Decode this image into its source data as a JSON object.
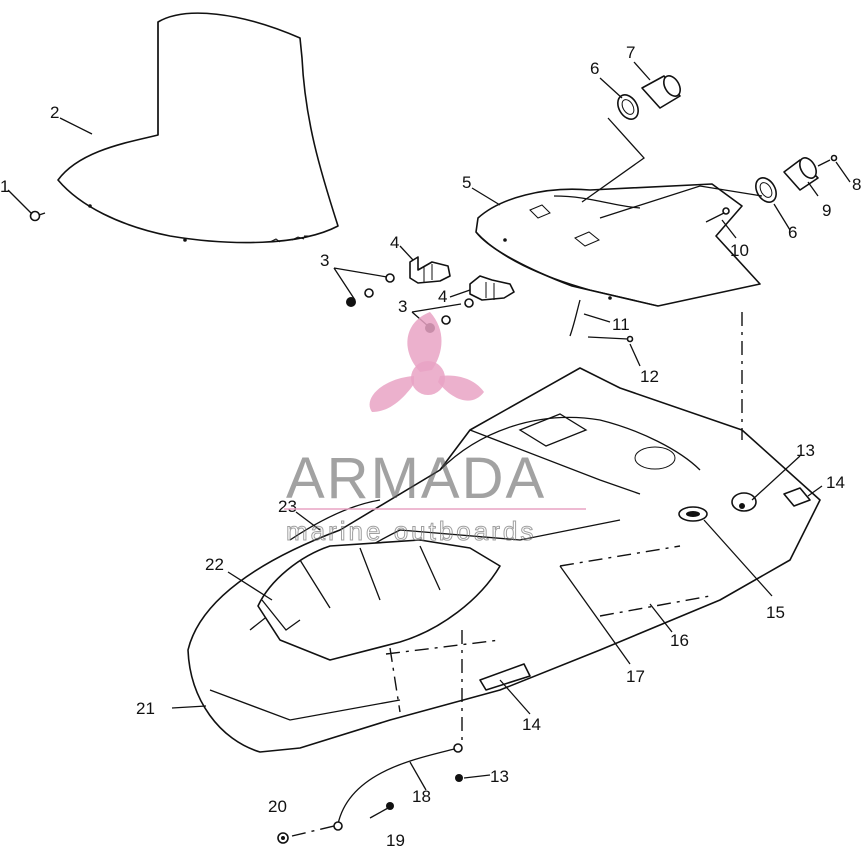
{
  "watermark": {
    "brand": "ARMADA",
    "tagline": "marine outboards",
    "accent_color": "#e9a3c4",
    "logo_icon": "propeller-logo-icon"
  },
  "callouts": [
    {
      "id": "c1",
      "label": "1"
    },
    {
      "id": "c2",
      "label": "2"
    },
    {
      "id": "c3a",
      "label": "3"
    },
    {
      "id": "c3b",
      "label": "3"
    },
    {
      "id": "c4a",
      "label": "4"
    },
    {
      "id": "c4b",
      "label": "4"
    },
    {
      "id": "c5",
      "label": "5"
    },
    {
      "id": "c6a",
      "label": "6"
    },
    {
      "id": "c6b",
      "label": "6"
    },
    {
      "id": "c7",
      "label": "7"
    },
    {
      "id": "c8",
      "label": "8"
    },
    {
      "id": "c9",
      "label": "9"
    },
    {
      "id": "c10",
      "label": "10"
    },
    {
      "id": "c11",
      "label": "11"
    },
    {
      "id": "c12",
      "label": "12"
    },
    {
      "id": "c13a",
      "label": "13"
    },
    {
      "id": "c13b",
      "label": "13"
    },
    {
      "id": "c14a",
      "label": "14"
    },
    {
      "id": "c14b",
      "label": "14"
    },
    {
      "id": "c15",
      "label": "15"
    },
    {
      "id": "c16",
      "label": "16"
    },
    {
      "id": "c17",
      "label": "17"
    },
    {
      "id": "c18",
      "label": "18"
    },
    {
      "id": "c19",
      "label": "19"
    },
    {
      "id": "c20",
      "label": "20"
    },
    {
      "id": "c21",
      "label": "21"
    },
    {
      "id": "c22",
      "label": "22"
    },
    {
      "id": "c23",
      "label": "23"
    }
  ]
}
